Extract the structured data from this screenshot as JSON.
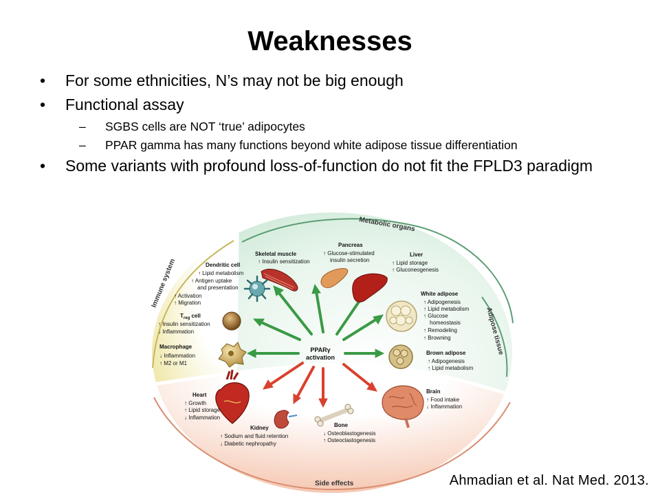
{
  "slide": {
    "title": "Weaknesses",
    "bullets": [
      {
        "text": "For some ethnicities, N’s may not be big enough"
      },
      {
        "text": "Functional assay"
      },
      {
        "text": "SGBS cells are NOT ‘true’ adipocytes"
      },
      {
        "text": "PPAR gamma has many functions beyond white adipose tissue differentiation"
      },
      {
        "text": "Some variants with profound loss-of-function do not fit the FPLD3 paradigm"
      }
    ],
    "citation": "Ahmadian et al. Nat Med. 2013."
  },
  "figure": {
    "center_label": [
      "PPARγ",
      "activation"
    ],
    "arc_labels": {
      "metabolic": "Metabolic organs",
      "immune": "Immune system",
      "adipose": "Adipose tissue",
      "side": "Side effects"
    },
    "skeletal": {
      "title": "Skeletal muscle",
      "lines": [
        "↑ Insulin sensitization"
      ]
    },
    "pancreas": {
      "title": "Pancreas",
      "lines": [
        "↑ Glucose-stimulated",
        "insulin secretion"
      ]
    },
    "liver": {
      "title": "Liver",
      "lines": [
        "↑ Lipid storage",
        "↑ Gluconeogenesis"
      ]
    },
    "white_adipose": {
      "title": "White adipose",
      "lines": [
        "↑ Adipogenesis",
        "↑ Lipid metabolism",
        "↑ Glucose",
        "homeostasis",
        "↑ Remodeling",
        "↑ Browning"
      ]
    },
    "brown_adipose": {
      "title": "Brown adipose",
      "lines": [
        "↑ Adipogenesis",
        "↑ Lipid metabolism"
      ]
    },
    "brain": {
      "title": "Brain",
      "lines": [
        "↑ Food intake",
        "↓ Inflammation"
      ]
    },
    "bone": {
      "title": "Bone",
      "lines": [
        "↓ Osteoblastogenesis",
        "↑ Osteoclastogenesis"
      ]
    },
    "kidney": {
      "title": "Kidney",
      "lines": [
        "↑ Sodium and fluid retention",
        "↓ Diabetic nephropathy"
      ]
    },
    "heart": {
      "title": "Heart",
      "lines": [
        "↑ Growth",
        "↑ Lipid storage",
        "↓ Inflammation"
      ]
    },
    "dendritic": {
      "title": "Dendritic cell",
      "lines": [
        "↑ Lipid metabolism",
        "↑ Antigen uptake",
        "and presentation",
        "↑ Activation",
        "↑ Migration"
      ]
    },
    "treg": {
      "title": "T",
      "sub": "reg",
      "title_rest": " cell",
      "lines": [
        "↑ Insulin sensitization",
        "↓ Inflammation"
      ]
    },
    "macrophage": {
      "title": "Macrophage",
      "lines": [
        "↓ Inflammation",
        "↑ M2 or M1"
      ]
    },
    "colors": {
      "metabolic_bg": "#d4ecdc",
      "immune_bg": "#f6f2c6",
      "side_bg": "#f8d6c4",
      "green_arrow": "#3a9a45",
      "red_arrow": "#d9412f",
      "up_arrow": "#d23a2a",
      "down_arrow": "#2a7a3a"
    }
  }
}
